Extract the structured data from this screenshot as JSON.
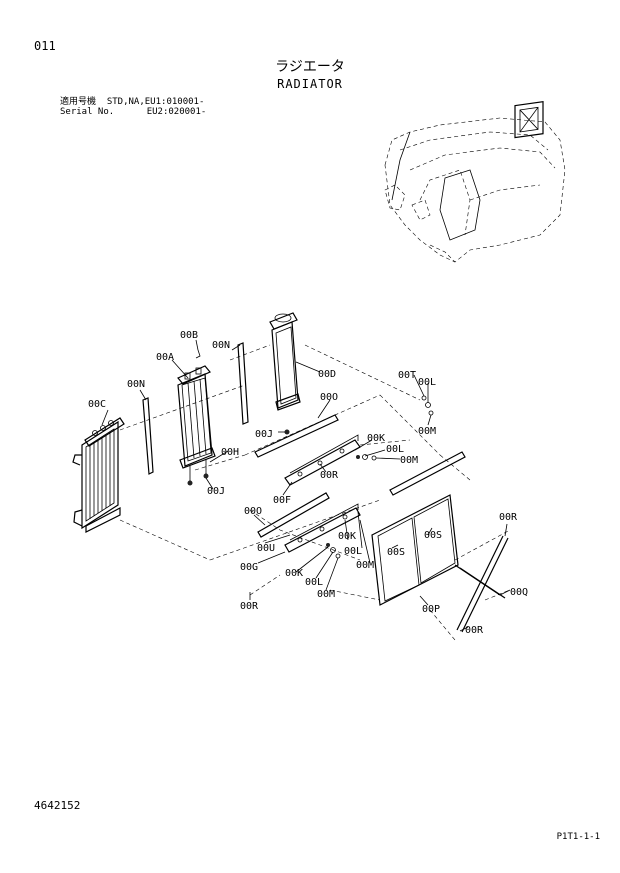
{
  "header": {
    "page_number": "011",
    "title_jp": "ラジエータ",
    "title_en": "RADIATOR",
    "serial_line1": "適用号機  STD,NA,EU1:010001-",
    "serial_line2": "Serial No.      EU2:020001-"
  },
  "footer": {
    "doc_code": "4642152",
    "figure_ref": "P1T1-1-1"
  },
  "callouts": {
    "a": "00A",
    "b": "00B",
    "c": "00C",
    "d": "00D",
    "f": "00F",
    "g": "00G",
    "h": "00H",
    "j1": "00J",
    "j2": "00J",
    "k1": "00K",
    "k2": "00K",
    "l1": "00L",
    "l2": "00L",
    "l3": "00L",
    "l4": "00L",
    "m1": "00M",
    "m2": "00M",
    "m3": "00M",
    "m4": "00M",
    "n1": "00N",
    "n2": "00N",
    "o1": "00O",
    "o2": "00O",
    "p": "00P",
    "q": "00Q",
    "r1": "00R",
    "r2": "00R",
    "r3": "00R",
    "r4": "00R",
    "s1": "00S",
    "s2": "00S",
    "t": "00T",
    "u": "00U"
  }
}
